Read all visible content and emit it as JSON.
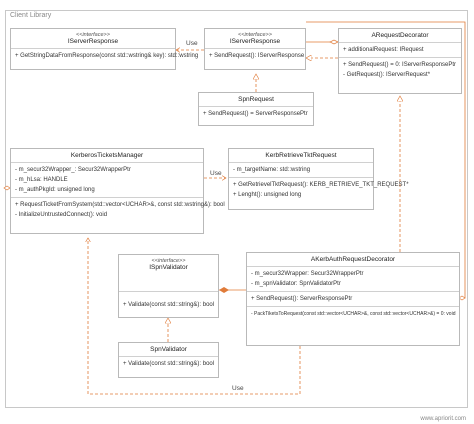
{
  "frame": {
    "label": "Client Library"
  },
  "classes": {
    "iserverresponse_left": {
      "stereotype": "<<interface>>",
      "name": "IServerResponse",
      "methods": [
        "+ GetStringDataFromResponse(const std::wstring& key): std::wstring"
      ]
    },
    "iserverresponse_mid": {
      "stereotype": "<<interface>>",
      "name": "IServerResponse",
      "methods": [
        "+ SendRequest(): IServerResponse"
      ]
    },
    "arequestdecorator": {
      "name": "ARequestDecorator",
      "attributes": [
        "+ additionalRequest: IRequest"
      ],
      "methods": [
        "+ SendRequest() = 0: IServerResponsePtr",
        "- GetRequest(): IServerRequest*"
      ]
    },
    "spnrequest": {
      "name": "SpnRequest",
      "methods": [
        "+ SendRequest() = ServerResponsePtr"
      ]
    },
    "kerberosticketsmanager": {
      "name": "KerberosTicketsManager",
      "attributes": [
        "- m_secur32Wrapper_: Secur32WrapperPtr",
        "- m_hLsa: HANDLE",
        "- m_authPkgId: unsigned long"
      ],
      "methods": [
        "+ RequestTicketFromSystem(std::vector<UCHAR>&, const std::wstring&): bool",
        "- InitializeUntrustedConnect(): void"
      ]
    },
    "kerbretrievetktrequest": {
      "name": "KerbRetrieveTktRequest",
      "attributes": [
        "- m_targetName: std::wstring"
      ],
      "methods": [
        "+ GetRetrievelTktRequest(): KERB_RETRIEVE_TKT_REQUEST*",
        "+ Lenght(): unsigned long"
      ]
    },
    "ispnvalidator": {
      "stereotype": "<<interface>>",
      "name": "ISpnValidator",
      "methods": [
        "+ Validate(const std::string&): bool"
      ]
    },
    "akerbauthrequestdecorator": {
      "name": "AKerbAuthRequestDecorator",
      "attributes": [
        "- m_secur32Wrapper: Secur32WrapperPtr",
        "- m_spnValidator: SpnValidatorPtr"
      ],
      "methods": [
        "+ SendRequest(): ServerResponsePtr",
        "- PackTiketsToRequest(const std::vector<UCHAR>&, const std::vector<UCHAR>&) = 0: void"
      ]
    },
    "spnvalidator": {
      "name": "SpnValidator",
      "methods": [
        "+ Validate(const std::string&): bool"
      ]
    }
  },
  "edges": {
    "use_top": "Use",
    "use_mid": "Use",
    "use_bottom": "Use"
  },
  "colors": {
    "dependency": "#e07b39",
    "border": "#b9b9b9"
  },
  "watermark": "www.apriorit.com"
}
